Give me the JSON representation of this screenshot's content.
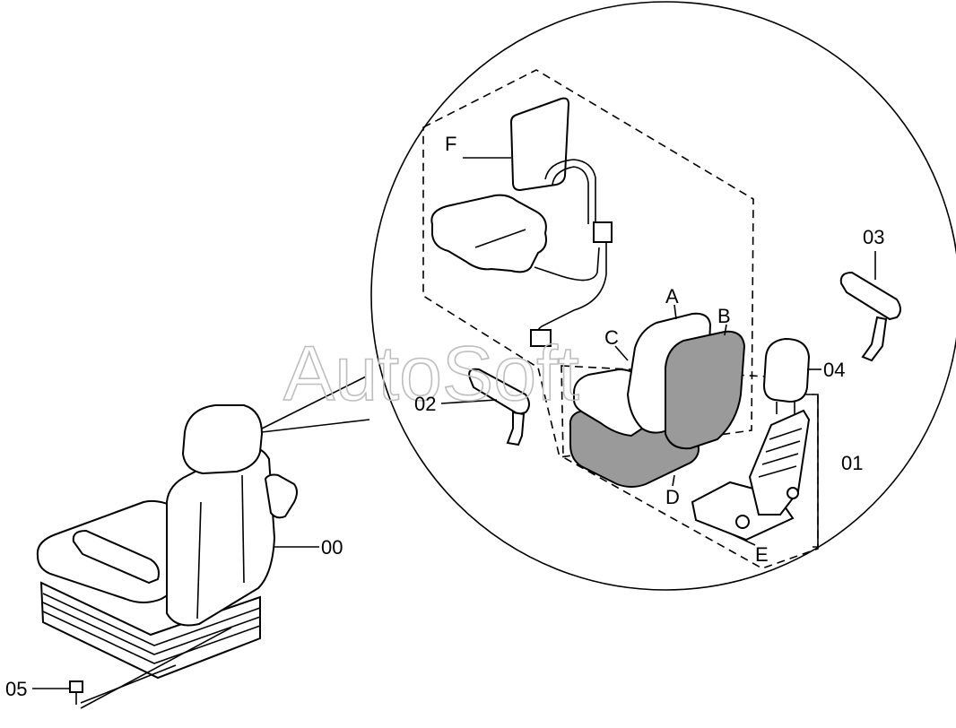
{
  "watermark": "AutoSoft",
  "callouts": {
    "seat_assembly": "00",
    "seat_frame": "01",
    "armrest_left": "02",
    "armrest_right": "03",
    "headrest": "04",
    "bolt": "05"
  },
  "sublabels": {
    "a": "A",
    "b": "B",
    "c": "C",
    "d": "D",
    "e": "E",
    "f": "F"
  },
  "colors": {
    "line": "#000000",
    "cushion_shade": "#9a9a9a",
    "watermark": "#bdbdbd"
  }
}
